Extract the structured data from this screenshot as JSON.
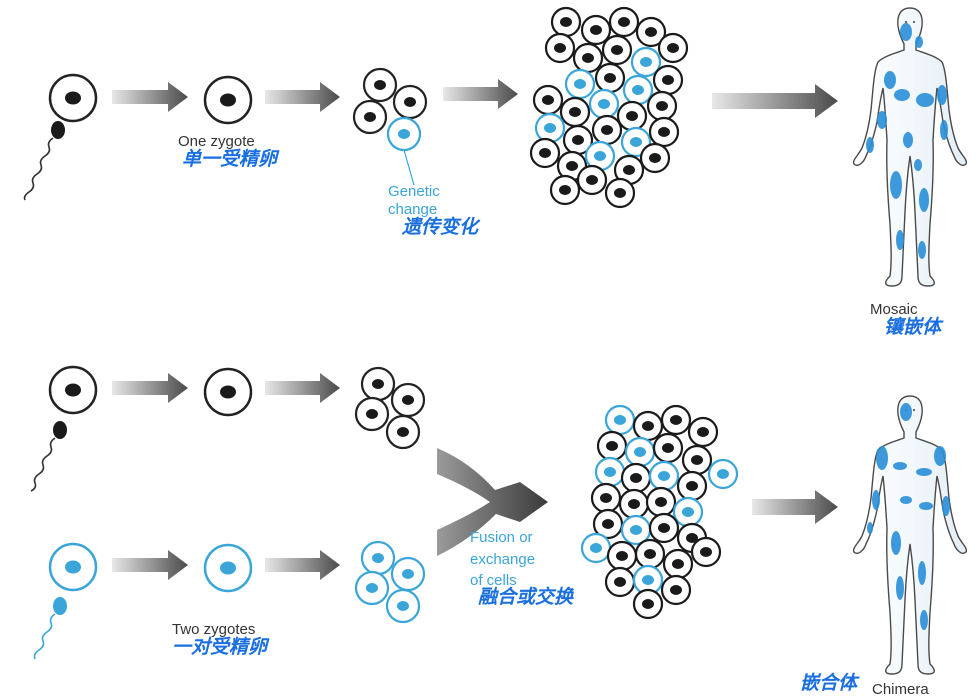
{
  "colors": {
    "normal": "#1a1a1a",
    "variant": "#3aa5d8",
    "zh_label": "#1a6fe0",
    "arrow": "#5a5a5a"
  },
  "top_row": {
    "zygote_en": "One zygote",
    "zygote_zh": "单一受精卵",
    "change_en_1": "Genetic",
    "change_en_2": "change",
    "change_zh": "遗传变化",
    "result_en": "Mosaic",
    "result_zh": "镶嵌体"
  },
  "bottom_row": {
    "zygote_en": "Two zygotes",
    "zygote_zh": "一对受精卵",
    "fusion_en_1": "Fusion or",
    "fusion_en_2": "exchange",
    "fusion_en_3": "of cells",
    "fusion_zh": "融合或交换",
    "result_en": "Chimera",
    "result_zh": "嵌合体"
  }
}
